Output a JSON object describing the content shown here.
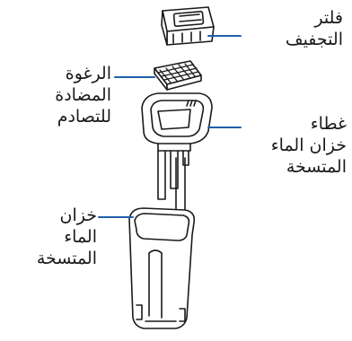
{
  "labels": {
    "drying_filter": [
      "فلتر",
      "التجفيف"
    ],
    "anti_collision_foam": [
      "الرغوة",
      "المضادة",
      "للتصادم"
    ],
    "dirty_tank_cover": [
      "غطاء",
      "خزان الماء",
      "المتسخة"
    ],
    "dirty_water_tank": [
      "خزان",
      "الماء",
      "المتسخة"
    ]
  },
  "colors": {
    "callout_line": "#1f5fa8",
    "outline": "#1a1a1a",
    "text": "#1a1a1a"
  }
}
